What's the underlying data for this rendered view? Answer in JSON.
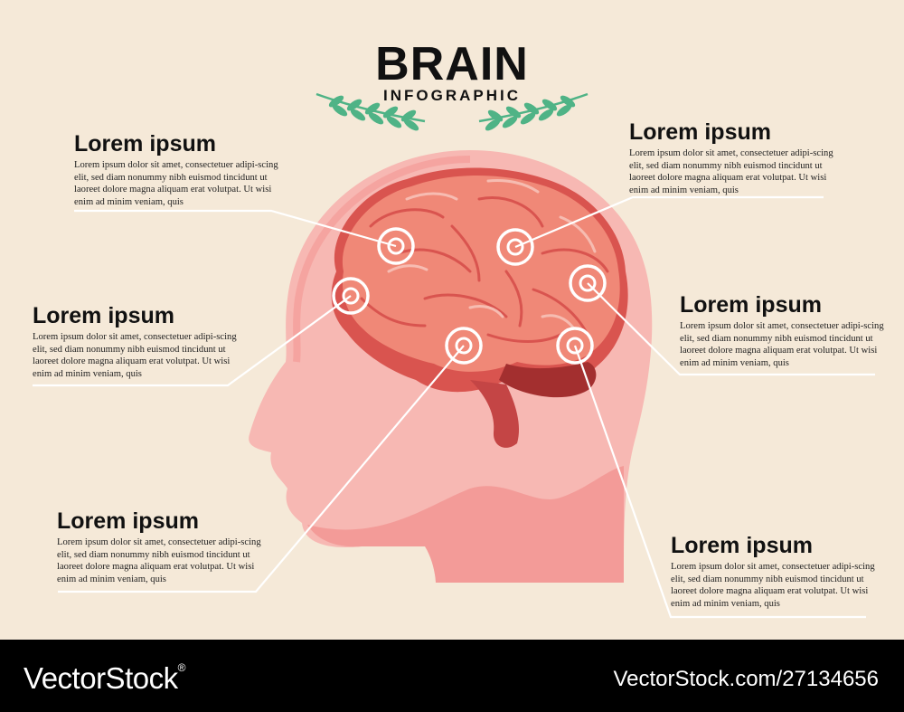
{
  "title": "BRAIN",
  "subtitle": "INFOGRAPHIC",
  "blocks": [
    {
      "heading": "Lorem ipsum",
      "text": "Lorem ipsum dolor sit amet, consectetuer adipi-scing elit, sed diam nonummy nibh euismod tincidunt ut laoreet dolore magna aliquam erat volutpat. Ut wisi enim ad minim veniam, quis"
    },
    {
      "heading": "Lorem ipsum",
      "text": "Lorem ipsum dolor sit amet, consectetuer adipi-scing elit, sed diam nonummy nibh euismod tincidunt ut laoreet dolore magna aliquam erat volutpat. Ut wisi enim ad minim veniam, quis"
    },
    {
      "heading": "Lorem ipsum",
      "text": "Lorem ipsum dolor sit amet, consectetuer adipi-scing elit, sed diam nonummy nibh euismod tincidunt ut laoreet dolore magna aliquam erat volutpat. Ut wisi enim ad minim veniam, quis"
    },
    {
      "heading": "Lorem ipsum",
      "text": "Lorem ipsum dolor sit amet, consectetuer adipi-scing elit, sed diam nonummy nibh euismod tincidunt ut laoreet dolore magna aliquam erat volutpat. Ut wisi enim ad minim veniam, quis"
    },
    {
      "heading": "Lorem ipsum",
      "text": "Lorem ipsum dolor sit amet, consectetuer adipi-scing elit, sed diam nonummy nibh euismod tincidunt ut laoreet dolore magna aliquam erat volutpat. Ut wisi enim ad minim veniam, quis"
    },
    {
      "heading": "Lorem ipsum",
      "text": "Lorem ipsum dolor sit amet, consectetuer adipi-scing elit, sed diam nonummy nibh euismod tincidunt ut laoreet dolore magna aliquam erat volutpat. Ut wisi enim ad minim veniam, quis"
    }
  ],
  "footer": {
    "brand": "VectorStock",
    "brand_suffix": "®",
    "url": "VectorStock.com/27134656"
  },
  "colors": {
    "background": "#f5e9d8",
    "head_light": "#f7b8b3",
    "head_dark": "#f39b98",
    "brain_main": "#f08877",
    "brain_dark": "#d9544f",
    "cerebellum": "#a32f2f",
    "leaf": "#4fb386",
    "footer": "#000000"
  }
}
